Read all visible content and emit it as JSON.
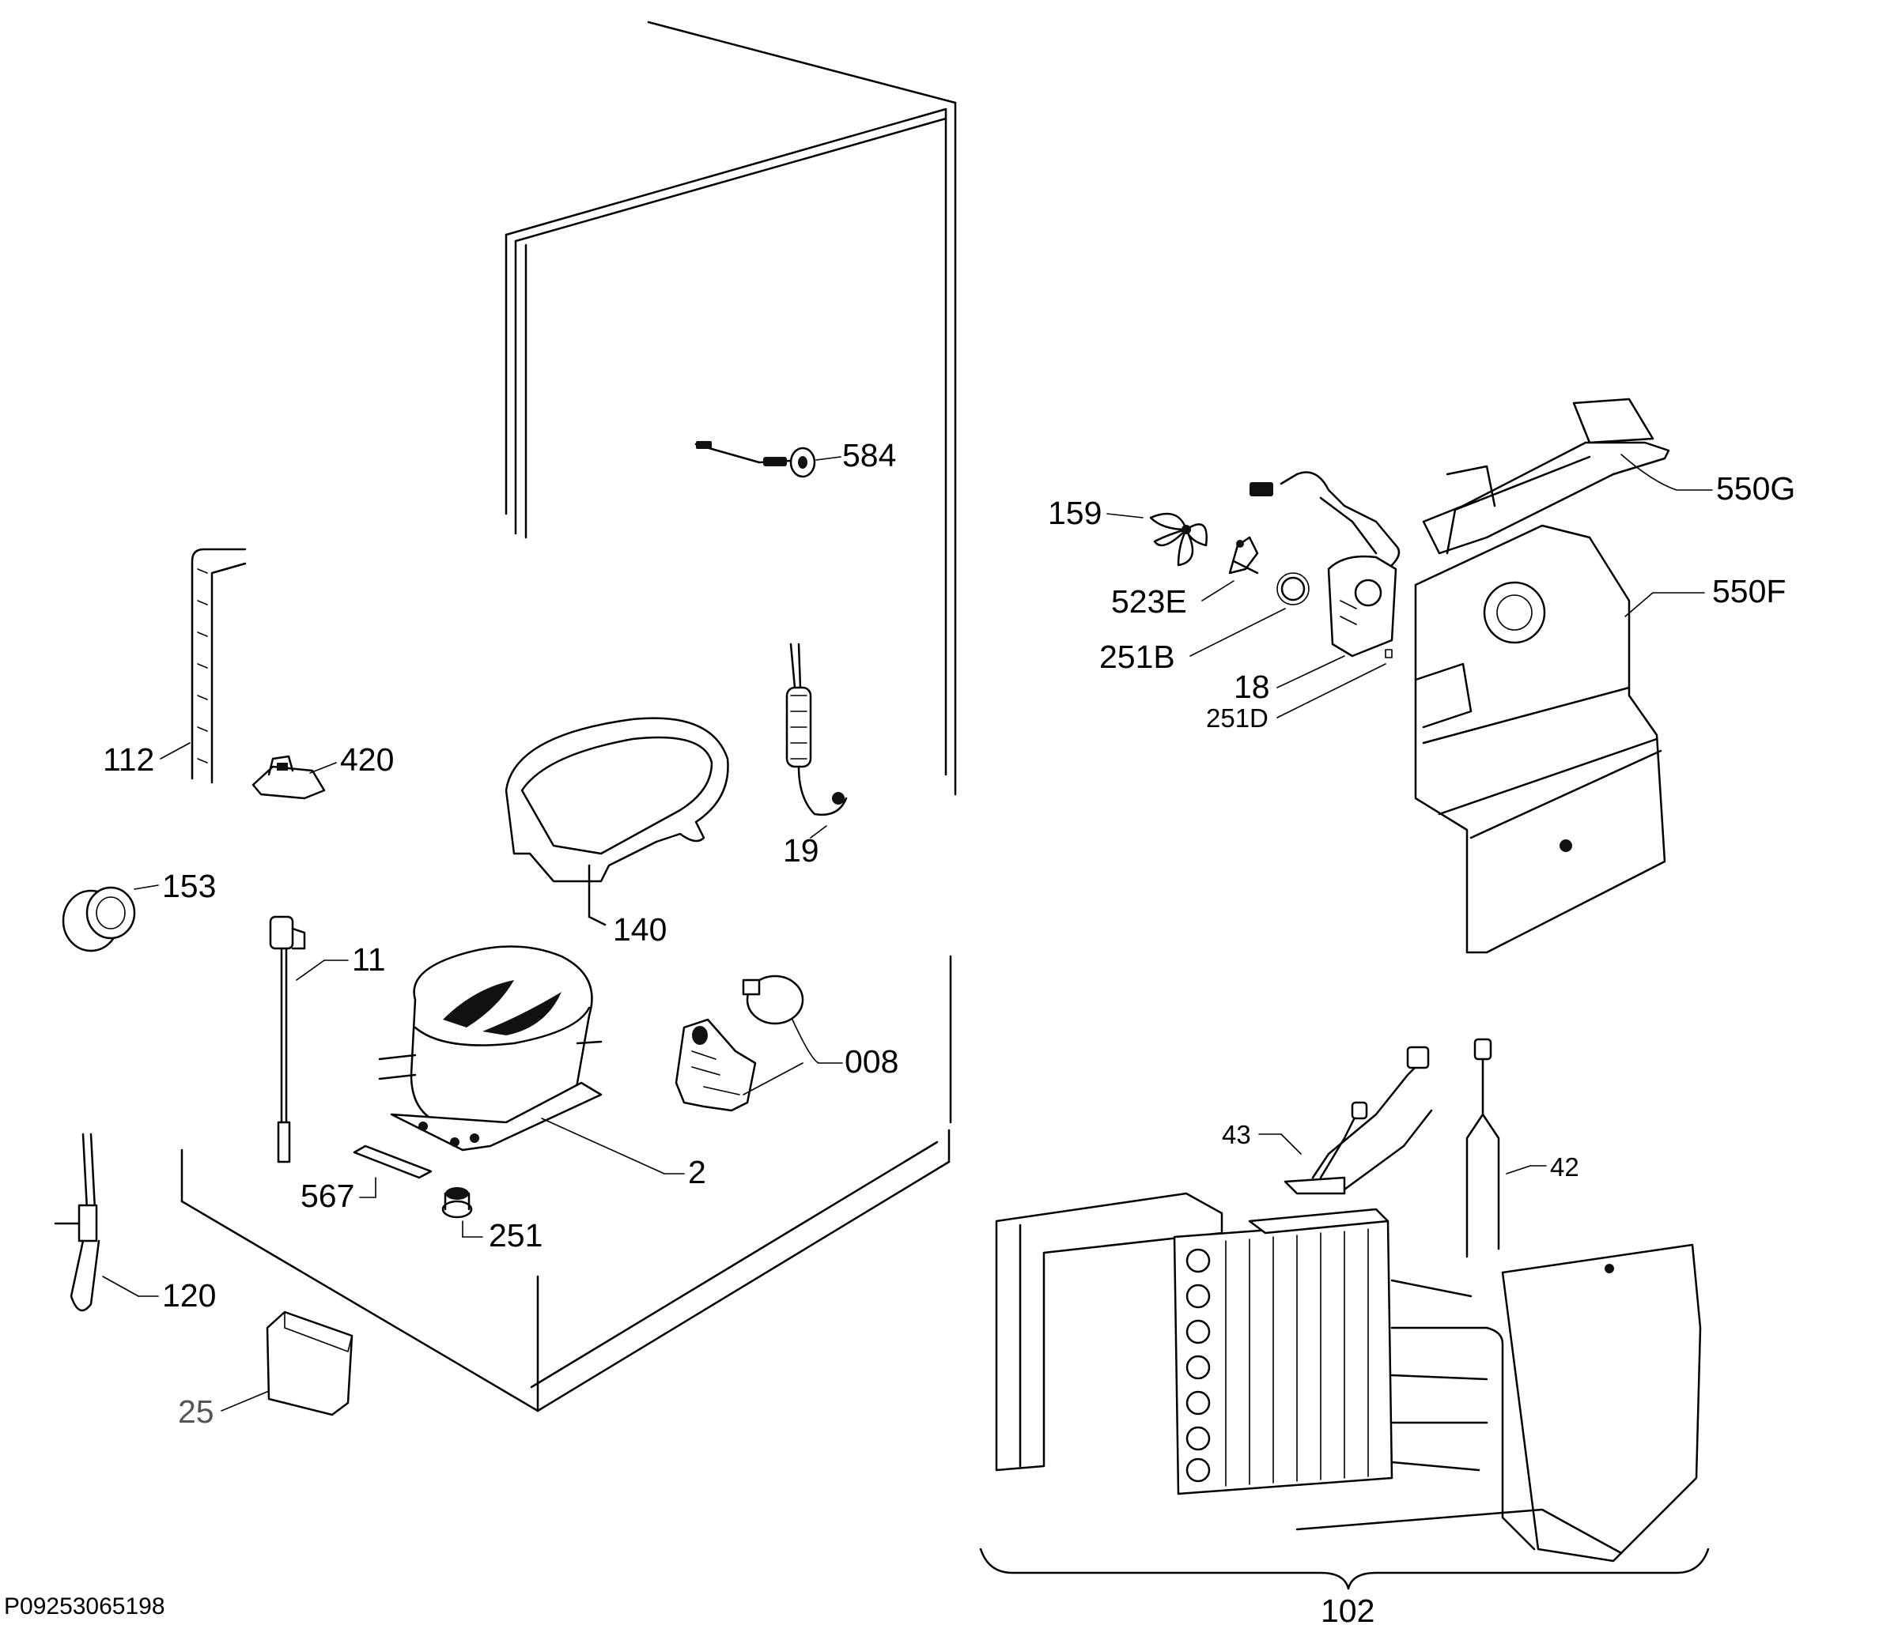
{
  "document_id": "P09253065198",
  "callouts": {
    "c584": "584",
    "c159": "159",
    "c550G": "550G",
    "c550F": "550F",
    "c523E": "523E",
    "c251B": "251B",
    "c18": "18",
    "c251D": "251D",
    "c112": "112",
    "c420": "420",
    "c19": "19",
    "c153": "153",
    "c140": "140",
    "c11": "11",
    "c008": "008",
    "c2": "2",
    "c567": "567",
    "c251": "251",
    "c120": "120",
    "c25": "25",
    "c43": "43",
    "c42": "42",
    "c102": "102"
  }
}
